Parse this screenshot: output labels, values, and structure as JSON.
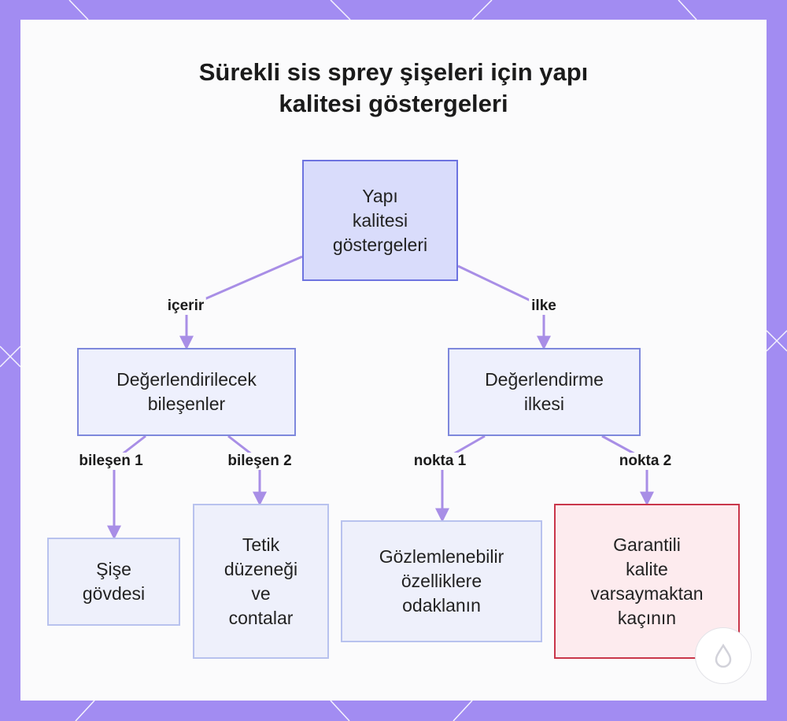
{
  "title": {
    "line1": "Sürekli sis sprey şişeleri için yapı",
    "line2": "kalitesi göstergeleri"
  },
  "colors": {
    "background": "#a28cf2",
    "card": "#fbfbfc",
    "connector": "#a88ee6",
    "root_fill": "#d9dcfb",
    "root_border": "#6d73e0",
    "highlight_fill": "#fdebee",
    "highlight_border": "#c9364a"
  },
  "nodes": {
    "root": "Yapı\nkalitesi\ngöstergeleri",
    "components": "Değerlendirilecek\nbileşenler",
    "principle": "Değerlendirme\nilkesi",
    "bottle": "Şişe\ngövdesi",
    "trigger": "Tetik\ndüzeneği\nve\ncontalar",
    "observe": "Gözlemlenebilir\nözelliklere\nodaklanın",
    "avoid": "Garantili\nkalite\nvarsaymaktan\nkaçının"
  },
  "edges": {
    "includes": "içerir",
    "principle": "ilke",
    "component1": "bileşen 1",
    "component2": "bileşen 2",
    "point1": "nokta 1",
    "point2": "nokta 2"
  },
  "badge_icon": "droplet-logo-icon"
}
